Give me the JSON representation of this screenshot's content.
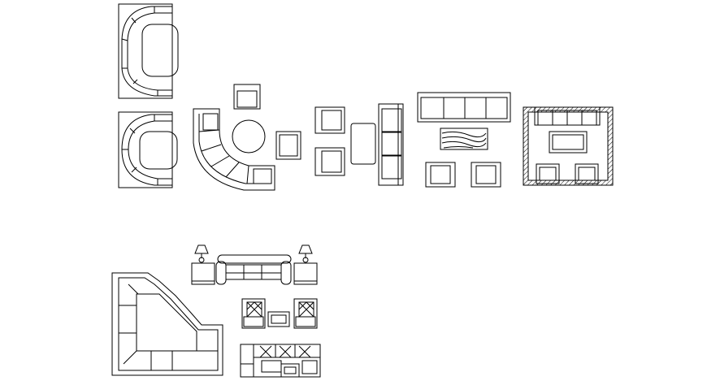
{
  "drawing": {
    "background": "#ffffff",
    "line_color": "#000000",
    "blocks": [
      "corner-sofa-top",
      "corner-sofa-bottom",
      "curved-sofa-set",
      "armchair-pair-set",
      "three-seat-sofa",
      "living-room-set",
      "sofa-set-in-room",
      "large-corner-sofa",
      "sofa-with-side-lamps",
      "chair-and-table-set",
      "sectional-sofa-set"
    ]
  }
}
